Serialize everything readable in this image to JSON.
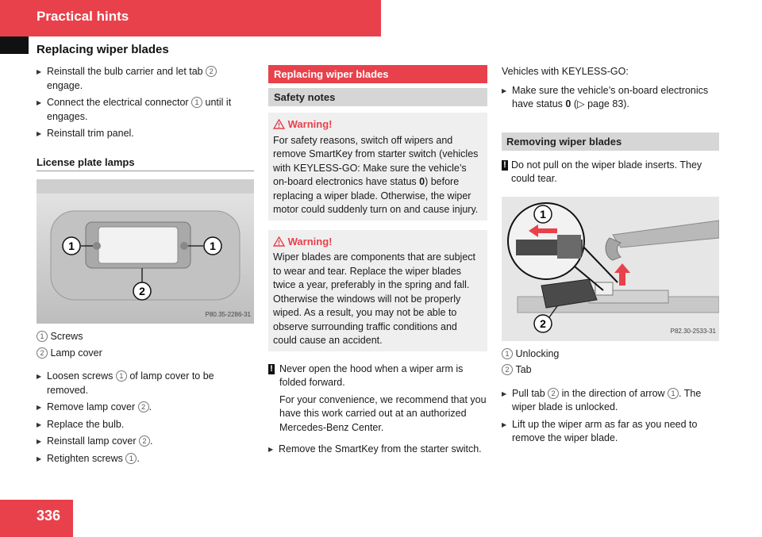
{
  "header": {
    "section": "Practical hints",
    "subsection": "Replacing wiper blades"
  },
  "page_number": "336",
  "col1": {
    "steps_top": [
      {
        "pre": "Reinstall the bulb carrier and let tab ",
        "num": "2",
        "post": " engage."
      },
      {
        "pre": "Connect the electrical connector ",
        "num": "1",
        "post": " until it engages."
      },
      {
        "pre": "Reinstall trim panel.",
        "num": "",
        "post": ""
      }
    ],
    "section_title": "License plate lamps",
    "figure_code": "P80.35-2286-31",
    "callouts": [
      "1",
      "1",
      "2"
    ],
    "legend": [
      {
        "num": "1",
        "text": "Screws"
      },
      {
        "num": "2",
        "text": "Lamp cover"
      }
    ],
    "steps_bottom": [
      {
        "pre": "Loosen screws ",
        "num": "1",
        "post": " of lamp cover to be removed."
      },
      {
        "pre": "Remove lamp cover ",
        "num": "2",
        "post": "."
      },
      {
        "pre": "Replace the bulb.",
        "num": "",
        "post": ""
      },
      {
        "pre": "Reinstall lamp cover ",
        "num": "2",
        "post": "."
      },
      {
        "pre": "Retighten screws ",
        "num": "1",
        "post": "."
      }
    ]
  },
  "col2": {
    "main_bar": "Replacing wiper blades",
    "safety_bar": "Safety notes",
    "warning1": {
      "title": "Warning!",
      "pre": "For safety reasons, switch off wipers and remove SmartKey from starter switch (vehicles with KEYLESS-GO: Make sure the vehicle’s on-board electronics have status ",
      "bold": "0",
      "post": ") before replacing a wiper blade. Otherwise, the wiper motor could suddenly turn on and cause injury."
    },
    "warning2": {
      "title": "Warning!",
      "text": "Wiper blades are components that are subject to wear and tear. Replace the wiper blades twice a year, preferably in the spring and fall. Otherwise the windows will not be properly wiped. As a result, you may not be able to observe surrounding traffic conditions and could cause an accident."
    },
    "note_mark": "!",
    "note1": "Never open the hood when a wiper arm is folded forward.",
    "note2": "For your convenience, we recommend that you have this work carried out at an authorized Mercedes-Benz Center.",
    "step": "Remove the SmartKey from the starter switch."
  },
  "col3": {
    "intro": "Vehicles with KEYLESS-GO:",
    "step1": {
      "pre": "Make sure the vehicle’s on-board electronics have status ",
      "bold": "0",
      "post": " (▷ page 83)."
    },
    "bar": "Removing wiper blades",
    "note_mark": "!",
    "note": "Do not pull on the wiper blade inserts. They could tear.",
    "figure_code": "P82.30-2533-31",
    "callouts": [
      "1",
      "2"
    ],
    "legend": [
      {
        "num": "1",
        "text": "Unlocking"
      },
      {
        "num": "2",
        "text": "Tab"
      }
    ],
    "steps": [
      {
        "pre": "Pull tab ",
        "num": "2",
        "post": " in the direction of arrow ",
        "num2": "1",
        "post2": ". The wiper blade is unlocked."
      },
      {
        "pre": "Lift up the wiper arm as far as you need to remove the wiper blade.",
        "num": "",
        "post": ""
      }
    ]
  }
}
